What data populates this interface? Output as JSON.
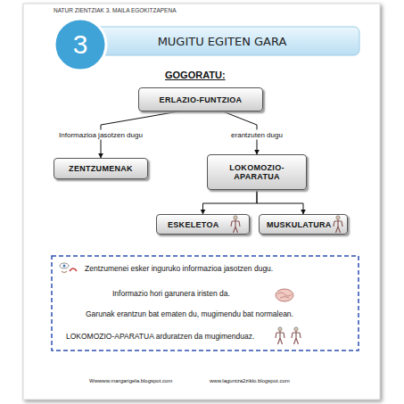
{
  "diagram": {
    "title": "MUGITU EGITEN GARA",
    "nodes": [
      {
        "text": [
          "3"
        ]
      },
      {
        "text": [
          "ERLAZIO-FUNTZIOA"
        ]
      },
      {
        "text": [
          "ZENTZUMENAK"
        ]
      },
      {
        "text": [
          "LOKOMOZIO-APARATUA"
        ]
      },
      {
        "text": [
          "ESKELETOA"
        ]
      },
      {
        "text": [
          "MUSKULATURA"
        ]
      },
      {
        "text": [
          "Zentzumenei esker inguruko informazioa jasotzen dugu.",
          "Informazio hori garunera iristen da.",
          "Garunak erantzun bat ematen du, mugimendu bat normalean.",
          "LOKOMOZIO-APARATUA arduratzen da mugimenduaz."
        ]
      }
    ],
    "edges": [
      {
        "from": 1,
        "to": 2,
        "label": "Informazioa jasotzen dugu",
        "arrow": "to"
      },
      {
        "from": 1,
        "to": 3,
        "label": "erantzuten dugu",
        "arrow": "to"
      },
      {
        "from": 3,
        "to": 4,
        "arrow": "to"
      },
      {
        "from": 3,
        "to": 5,
        "arrow": "to"
      }
    ],
    "labels": [
      "NATUR ZIENTZIAK 3. MAILA EGOKITZAPENA",
      "GOGORATU:",
      "Wwwww.margarigela.blogspot.com",
      "www.laguntza2ziklo.blogspot.com"
    ]
  }
}
